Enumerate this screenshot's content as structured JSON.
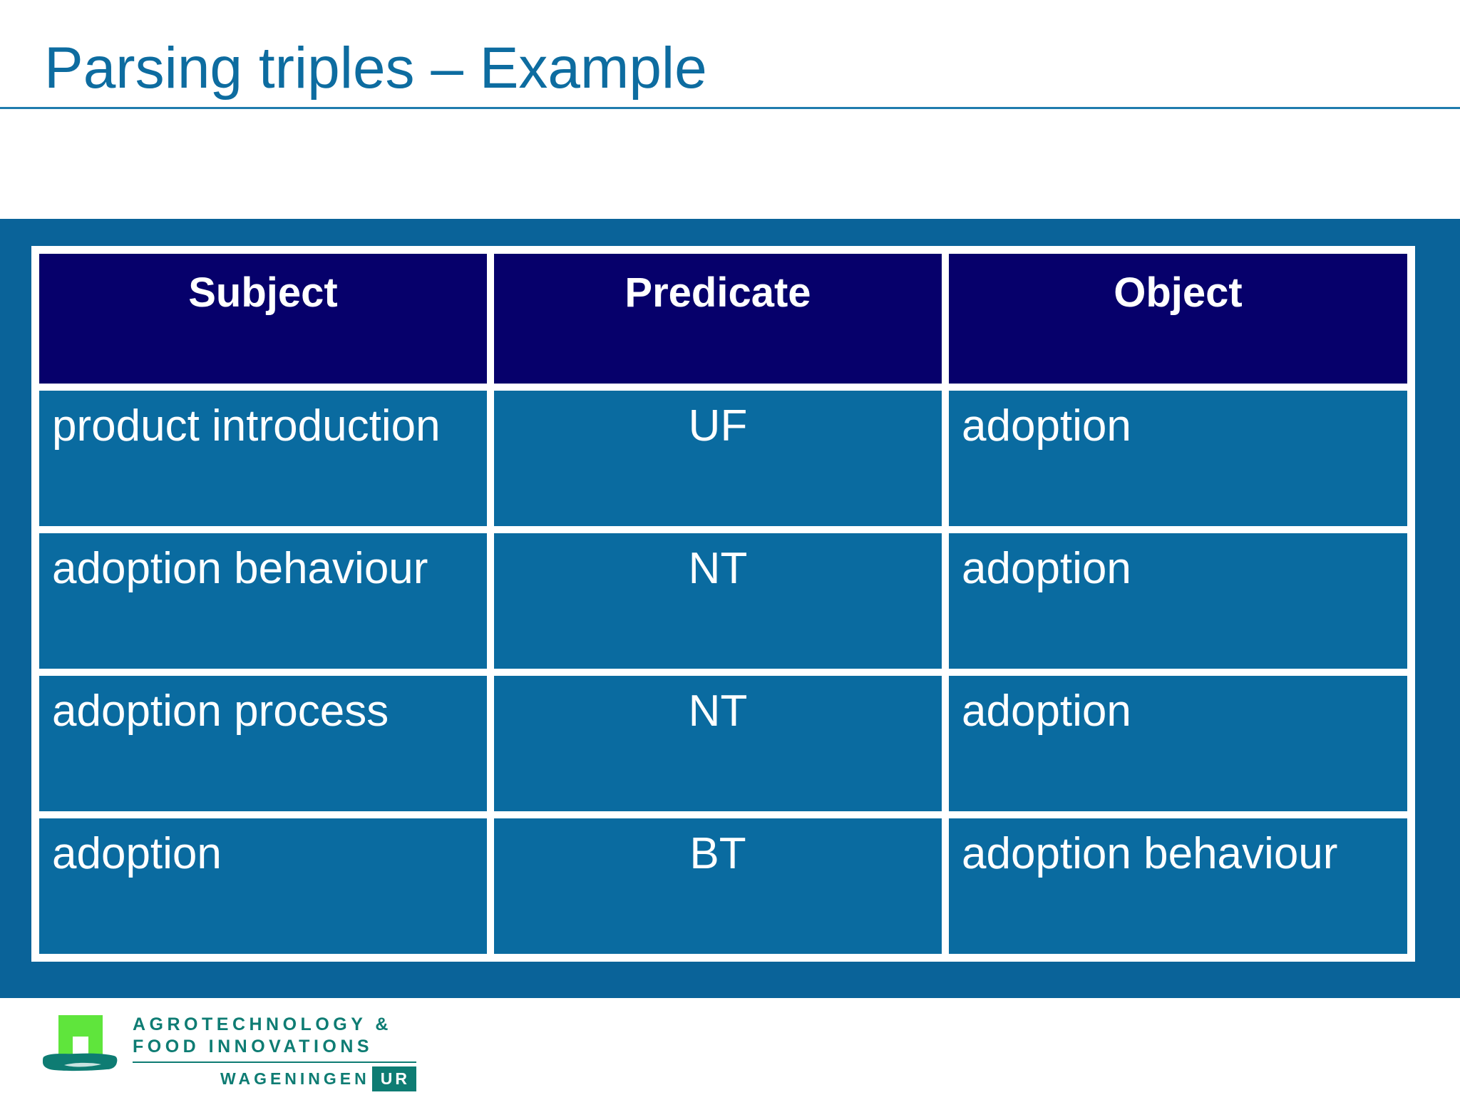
{
  "slide": {
    "title": "Parsing triples – Example",
    "title_color": "#0D6CA0",
    "rule_color": "#1F7CAE",
    "panel_color": "#0A6399",
    "background_color": "#FFFFFF"
  },
  "table": {
    "header_background": "#06006B",
    "cell_background": "#0A6BA0",
    "border_color": "#FFFFFF",
    "text_color": "#FFFFFF",
    "columns": [
      "Subject",
      "Predicate",
      "Object"
    ],
    "rows": [
      {
        "subject": "product introduction",
        "predicate": "UF",
        "object": "adoption"
      },
      {
        "subject": "adoption behaviour",
        "predicate": "NT",
        "object": "adoption"
      },
      {
        "subject": "adoption process",
        "predicate": "NT",
        "object": "adoption"
      },
      {
        "subject": "adoption",
        "predicate": "BT",
        "object": "adoption behaviour"
      }
    ]
  },
  "footer": {
    "logo": {
      "mark_green": "#5FE53C",
      "mark_teal": "#0E7C73",
      "line1": "AGROTECHNOLOGY &",
      "line2": "FOOD INNOVATIONS",
      "line3": "WAGENINGEN",
      "badge": "UR"
    }
  }
}
